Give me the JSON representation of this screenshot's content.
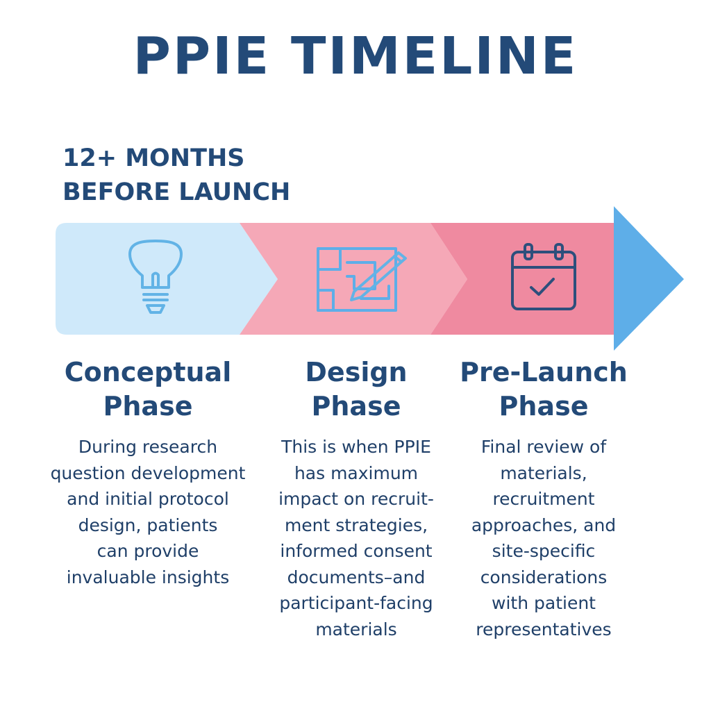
{
  "title": "PPIE TIMELINE",
  "subtitle": {
    "line1": "12+ MONTHS",
    "line2": "BEFORE LAUNCH"
  },
  "colors": {
    "title": "#234a78",
    "segment1": "#cfe9fa",
    "segment2": "#f5a8b7",
    "segment3": "#ef8aa0",
    "arrow_head": "#5eaee8",
    "icon_light": "#62b3e6",
    "icon_dark": "#2d4f7c"
  },
  "phases": [
    {
      "icon": "lightbulb-icon",
      "title_line1": "Conceptual",
      "title_line2": "Phase",
      "desc": [
        "During research",
        "question development",
        "and initial protocol",
        "design, patients",
        "can provide",
        "invaluable insights"
      ]
    },
    {
      "icon": "blueprint-pencil-icon",
      "title_line1": "Design",
      "title_line2": "Phase",
      "desc": [
        "This is when PPIE",
        "has maximum",
        "impact on recruit-",
        "ment strategies,",
        "informed consent",
        "documents–and",
        "participant-facing",
        "materials"
      ]
    },
    {
      "icon": "calendar-check-icon",
      "title_line1": "Pre-Launch",
      "title_line2": "Phase",
      "desc": [
        "Final review of",
        "materials,",
        "recruitment",
        "approaches,  and",
        "site-specific",
        "considerations",
        "with patient",
        "representatives"
      ]
    }
  ]
}
